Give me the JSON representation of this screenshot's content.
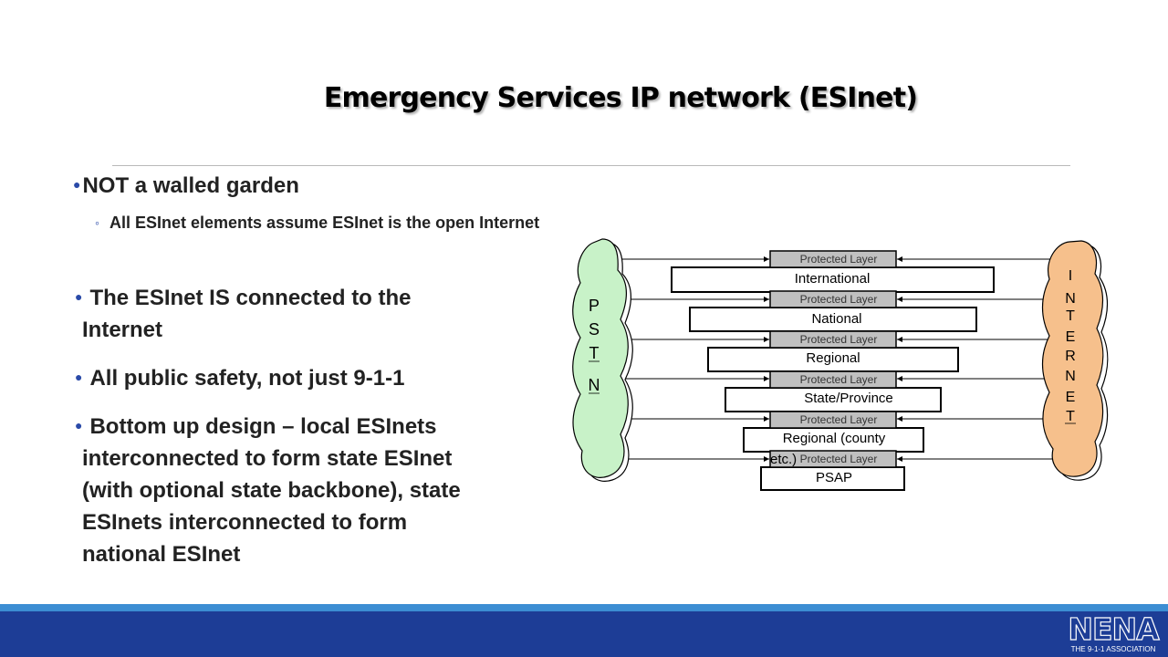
{
  "slide": {
    "title": "Emergency Services IP network (ESInet)",
    "bullets": {
      "b1": "NOT a walled garden",
      "b1_sub": "All ESInet elements assume ESInet is the open Internet",
      "b2_line1": "The ESInet IS connected to the",
      "b2_line2": "Internet",
      "b3": "All public safety, not just 9-1-1",
      "b4_lines": [
        "Bottom up design – local ESInets",
        "interconnected to form state ESInet",
        "(with optional state backbone), state",
        "ESInets interconnected to form",
        "national ESInet"
      ]
    }
  },
  "diagram": {
    "left_cloud_letters": [
      "P",
      "S",
      "T",
      "N"
    ],
    "right_cloud_letters": [
      "I",
      "N",
      "T",
      "E",
      "R",
      "N",
      "E",
      "T"
    ],
    "protected_label": "Protected Layer",
    "levels": [
      "International",
      "National",
      "Regional",
      "State/Province",
      "Regional (county",
      "PSAP"
    ],
    "overlap_text": "etc.)",
    "colors": {
      "left_cloud": "#c8f2c8",
      "right_cloud": "#f6c08c",
      "protected_fill": "#c0c0c0"
    }
  },
  "logo": {
    "word": "NENA",
    "tagline": "THE 9-1-1 ASSOCIATION"
  }
}
